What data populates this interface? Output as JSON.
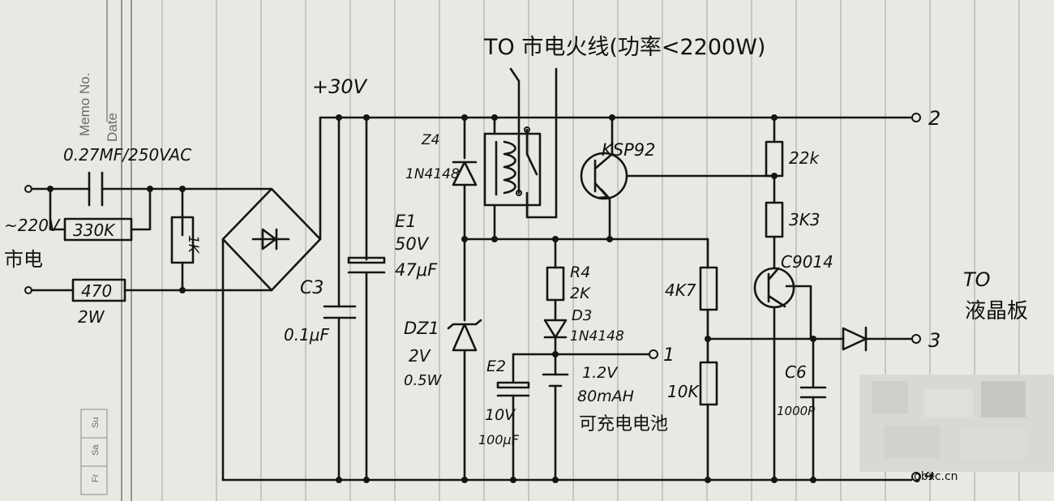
{
  "title": "TO 市电火线(功率<2200W)",
  "memo": {
    "memo_no": "Memo No.",
    "date": "Date",
    "days": [
      "Su",
      "Sa",
      "Fr"
    ]
  },
  "supply": {
    "voltage": "+30V"
  },
  "mains": {
    "voltage_label": "~220V",
    "label": "市电"
  },
  "components": {
    "cap_input": "0.27MF/250VAC",
    "r_330k": "330K",
    "r_1k": "1K",
    "r_470": "470",
    "r_470_power": "2W",
    "c3_name": "C3",
    "c3_value": "0.1μF",
    "e1_name": "E1",
    "e1_voltage": "50V",
    "e1_value": "47μF",
    "z4_name": "Z4",
    "z4_part": "1N4148",
    "dz1_name": "DZ1",
    "dz1_voltage": "2V",
    "dz1_power": "0.5W",
    "ksp92": "KSP92",
    "r4_name": "R4",
    "r4_value": "2K",
    "d3_name": "D3",
    "d3_part": "1N4148",
    "e2_name": "E2",
    "e2_voltage": "10V",
    "e2_value": "100μF",
    "battery_voltage": "1.2V",
    "battery_capacity": "80mAH",
    "battery_label": "可充电电池",
    "r_4k7": "4K7",
    "r_10k": "10K",
    "r_22k": "22k",
    "r_3k3": "3K3",
    "q_c9014": "C9014",
    "c6_name": "C6",
    "c6_value": "1000P"
  },
  "terminals": {
    "t1": "1",
    "t2": "2",
    "t3": "3",
    "t4": "4"
  },
  "lcd": {
    "to": "TO",
    "label": "液晶板"
  },
  "watermark": "gbxc.cn"
}
